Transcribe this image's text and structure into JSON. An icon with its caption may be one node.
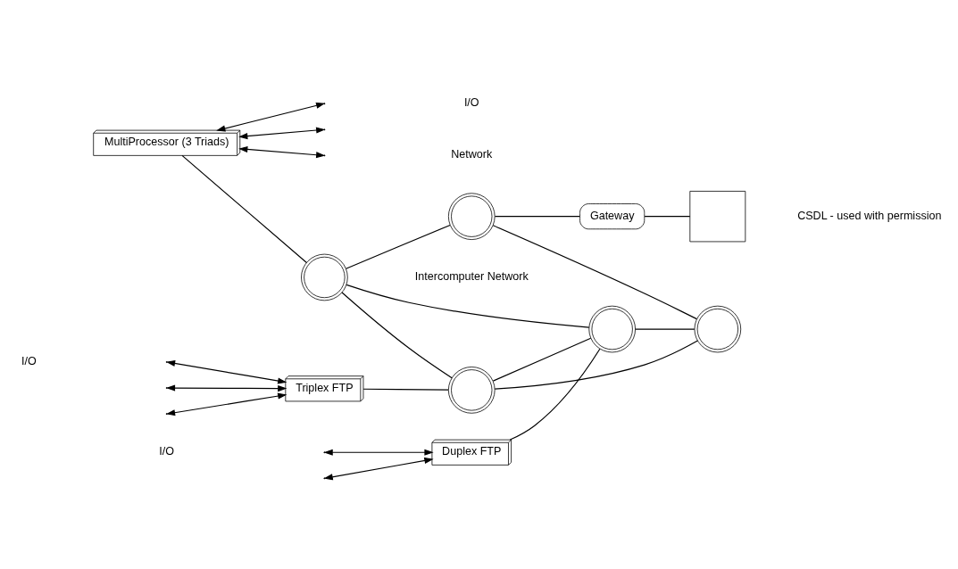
{
  "diagram": {
    "nodes": [
      {
        "text": [
          "Triplex FTP"
        ]
      },
      {
        "text": [
          "MultiProcessor (3 Triads)"
        ]
      },
      {
        "text": [
          "Duplex FTP"
        ]
      },
      {
        "text": [],
        "shape": "circle"
      },
      {
        "text": [],
        "shape": "circle"
      },
      {
        "text": [],
        "shape": "circle"
      },
      {
        "text": [],
        "shape": "circle"
      },
      {
        "text": [],
        "shape": "circle"
      },
      {
        "text": [
          "Gateway"
        ]
      },
      {
        "text": [],
        "shape": "box"
      }
    ],
    "edges": [
      {
        "from": null,
        "to": 0,
        "arrow": "both"
      },
      {
        "from": null,
        "to": 0,
        "arrow": "both"
      },
      {
        "from": null,
        "to": 0,
        "arrow": "both"
      },
      {
        "from": 1,
        "to": null,
        "arrow": "both"
      },
      {
        "from": 1,
        "to": null,
        "arrow": "both"
      },
      {
        "from": 1,
        "to": null,
        "arrow": "both"
      },
      {
        "from": null,
        "to": 2,
        "arrow": "both"
      },
      {
        "from": null,
        "to": 2,
        "arrow": "both"
      },
      {
        "from": 0,
        "to": 4,
        "arrow": "none"
      },
      {
        "from": 1,
        "to": 3,
        "arrow": "none"
      },
      {
        "from": 3,
        "to": 4,
        "arrow": "none"
      },
      {
        "from": 3,
        "to": 5,
        "arrow": "none"
      },
      {
        "from": 3,
        "to": 6,
        "arrow": "none"
      },
      {
        "from": 4,
        "to": 6,
        "arrow": "none"
      },
      {
        "from": 4,
        "to": 7,
        "arrow": "none"
      },
      {
        "from": 5,
        "to": 7,
        "arrow": "none"
      },
      {
        "from": 6,
        "to": 7,
        "arrow": "none"
      },
      {
        "from": 2,
        "to": 6,
        "arrow": "none"
      },
      {
        "from": 5,
        "to": 8,
        "arrow": "none"
      },
      {
        "from": 8,
        "to": 9,
        "arrow": "none"
      }
    ],
    "labels": [
      "I/O",
      "I/O",
      "Network",
      "Intercomputer Network",
      "I/O",
      "CSDL - used with permission"
    ]
  }
}
